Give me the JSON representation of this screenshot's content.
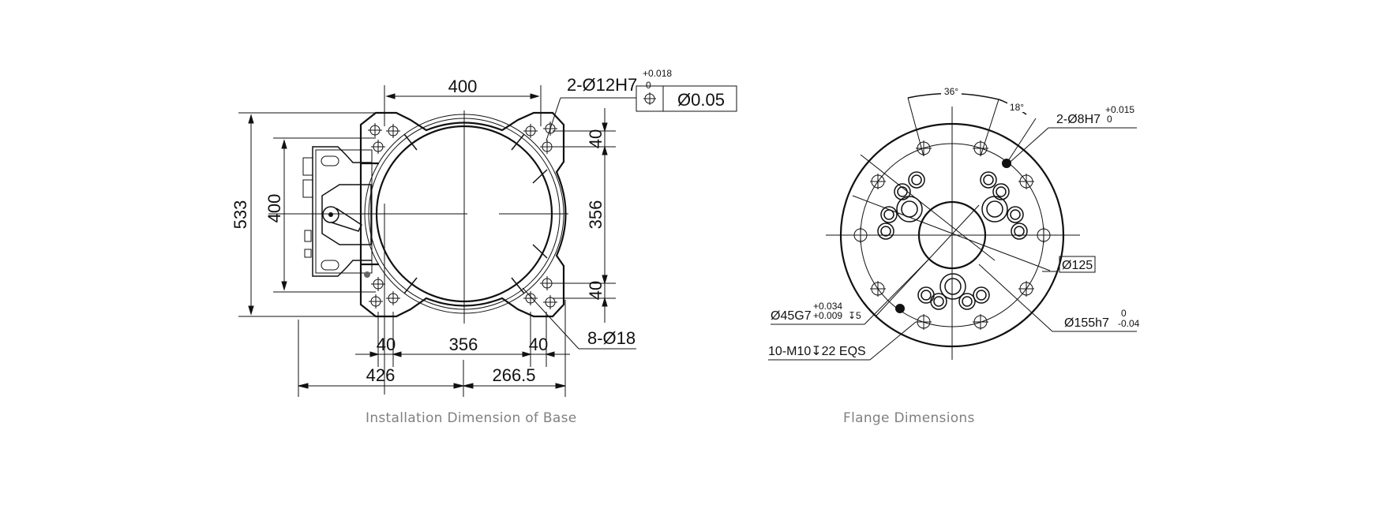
{
  "figures": [
    {
      "id": "base",
      "caption": "Installation Dimension of Base",
      "dimensions": {
        "top_width": "400",
        "overall_height": "533",
        "inner_height": "400",
        "right_top_offset": "40",
        "right_span": "356",
        "right_bottom_offset": "40",
        "bottom_left_offset": "40",
        "bottom_span": "356",
        "bottom_right_offset": "40",
        "bottom_left_total": "426",
        "bottom_right_total": "266.5"
      },
      "callouts": {
        "pin_holes": "2-Ø12H7",
        "pin_tol_upper": "+0.018",
        "pin_tol_lower": "0",
        "position_tolerance": "Ø0.05",
        "mount_holes": "8-Ø18"
      }
    },
    {
      "id": "flange",
      "caption": "Flange Dimensions",
      "dimensions": {
        "angle_large": "36°",
        "angle_small": "18°",
        "bolt_circle": "Ø125"
      },
      "callouts": {
        "pin_holes": "2-Ø8H7",
        "pin_tol_upper": "+0.015",
        "pin_tol_lower": "0",
        "outer_dia": "Ø155h7",
        "outer_tol_upper": "0",
        "outer_tol_lower": "-0.04",
        "bore": "Ø45G7",
        "bore_tol_upper": "+0.034",
        "bore_tol_lower": "+0.009",
        "bore_depth": "↧5",
        "threads": "10-M10↧22 EQS"
      }
    }
  ]
}
